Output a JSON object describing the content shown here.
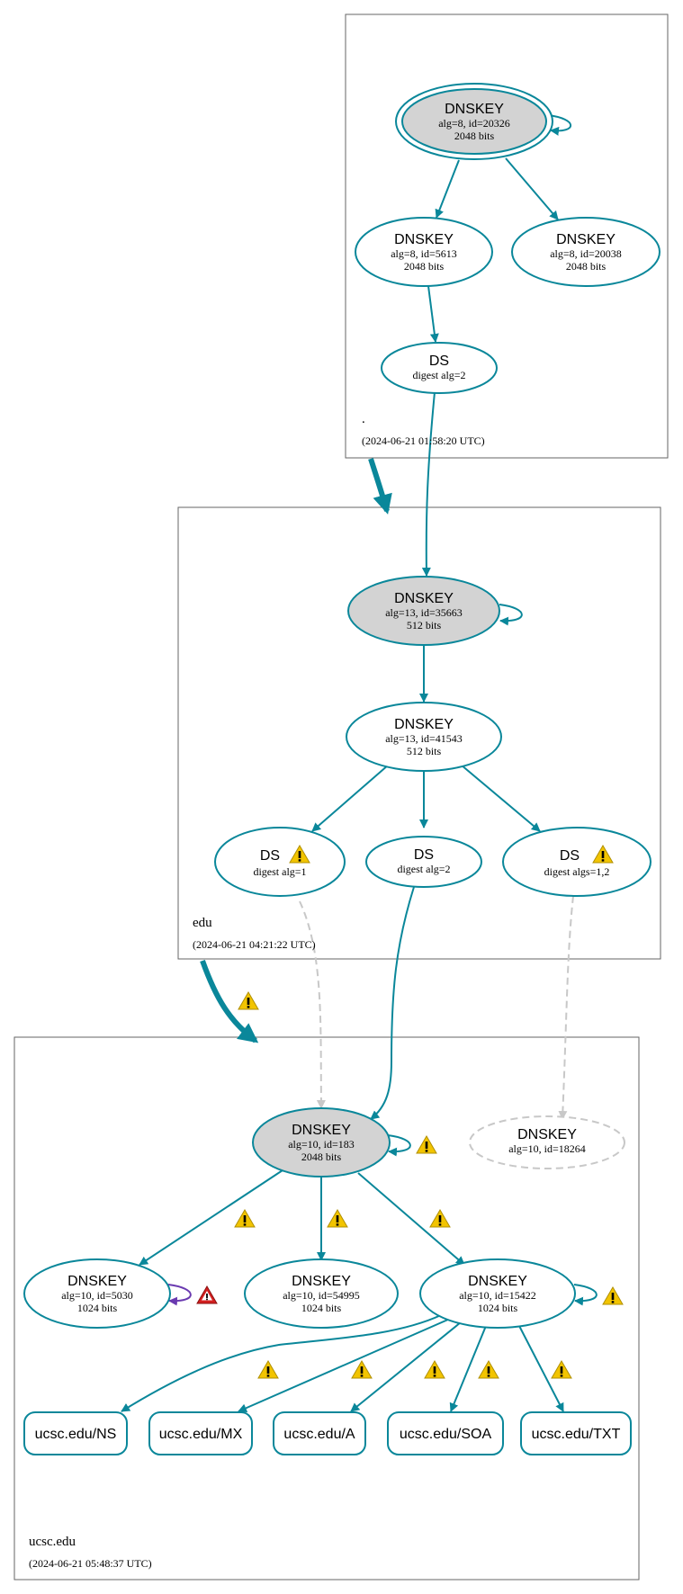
{
  "zones": [
    {
      "id": "root",
      "name": ".",
      "timestamp": "(2024-06-21 01:58:20 UTC)"
    },
    {
      "id": "edu",
      "name": "edu",
      "timestamp": "(2024-06-21 04:21:22 UTC)"
    },
    {
      "id": "ucsc",
      "name": "ucsc.edu",
      "timestamp": "(2024-06-21 05:48:37 UTC)"
    }
  ],
  "nodes": {
    "root_ksk": {
      "title": "DNSKEY",
      "line1": "alg=8, id=20326",
      "line2": "2048 bits"
    },
    "root_zsk1": {
      "title": "DNSKEY",
      "line1": "alg=8, id=5613",
      "line2": "2048 bits"
    },
    "root_zsk2": {
      "title": "DNSKEY",
      "line1": "alg=8, id=20038",
      "line2": "2048 bits"
    },
    "root_ds": {
      "title": "DS",
      "line1": "digest alg=2"
    },
    "edu_ksk": {
      "title": "DNSKEY",
      "line1": "alg=13, id=35663",
      "line2": "512 bits"
    },
    "edu_zsk": {
      "title": "DNSKEY",
      "line1": "alg=13, id=41543",
      "line2": "512 bits"
    },
    "edu_ds1": {
      "title": "DS",
      "line1": "digest alg=1"
    },
    "edu_ds2": {
      "title": "DS",
      "line1": "digest alg=2"
    },
    "edu_ds3": {
      "title": "DS",
      "line1": "digest algs=1,2"
    },
    "ucsc_ksk": {
      "title": "DNSKEY",
      "line1": "alg=10, id=183",
      "line2": "2048 bits"
    },
    "ucsc_missing": {
      "title": "DNSKEY",
      "line1": "alg=10, id=18264"
    },
    "ucsc_k5030": {
      "title": "DNSKEY",
      "line1": "alg=10, id=5030",
      "line2": "1024 bits"
    },
    "ucsc_k54995": {
      "title": "DNSKEY",
      "line1": "alg=10, id=54995",
      "line2": "1024 bits"
    },
    "ucsc_k15422": {
      "title": "DNSKEY",
      "line1": "alg=10, id=15422",
      "line2": "1024 bits"
    }
  },
  "rrsets": [
    "ucsc.edu/NS",
    "ucsc.edu/MX",
    "ucsc.edu/A",
    "ucsc.edu/SOA",
    "ucsc.edu/TXT"
  ],
  "colors": {
    "edge": "#0a879a",
    "faint": "#c8c8c8",
    "warning": "#f2c400",
    "error": "#d42020",
    "purple": "#6a3ab0"
  }
}
